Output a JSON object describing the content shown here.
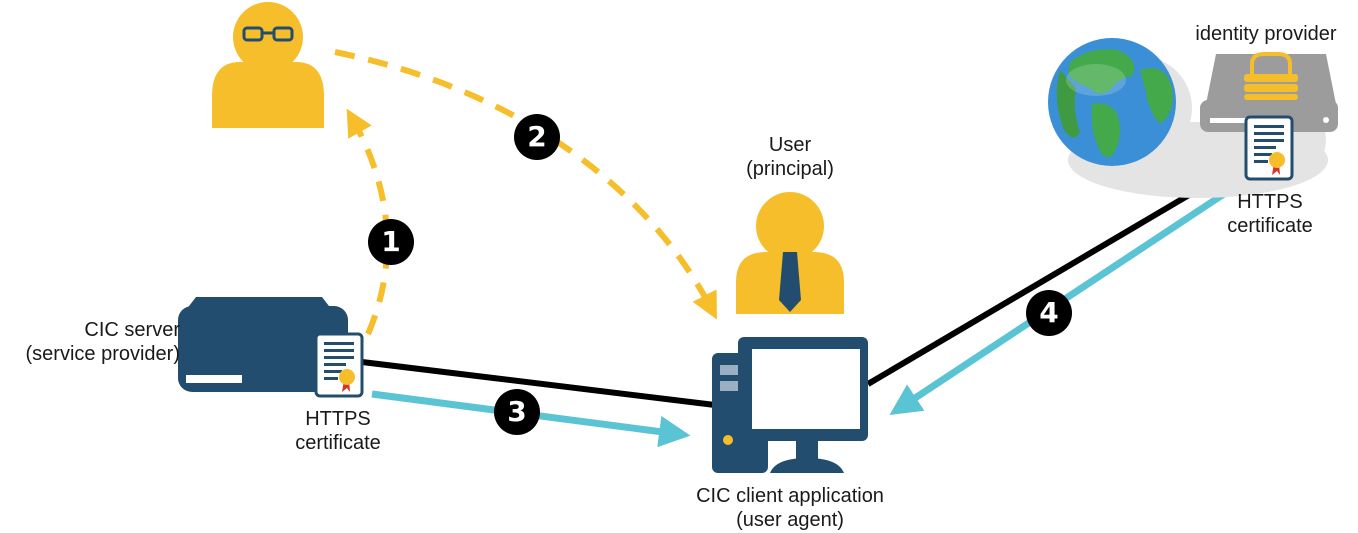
{
  "colors": {
    "navy": "#234d6e",
    "gold": "#f6be2b",
    "cyan": "#5bc4d4",
    "black": "#000000",
    "gray": "#9c9c9c",
    "cloud": "#e4e4e4"
  },
  "nodes": {
    "cic_server": {
      "line1": "CIC server",
      "line2": "(service provider)",
      "cert_line1": "HTTPS",
      "cert_line2": "certificate"
    },
    "user": {
      "line1": "User",
      "line2": "(principal)"
    },
    "client": {
      "line1": "CIC client application",
      "line2": "(user agent)"
    },
    "idp": {
      "title": "identity provider",
      "cert_line1": "HTTPS",
      "cert_line2": "certificate"
    },
    "observer": {
      "icon": "person-with-glasses-icon"
    }
  },
  "steps": [
    "1",
    "2",
    "3",
    "4"
  ]
}
